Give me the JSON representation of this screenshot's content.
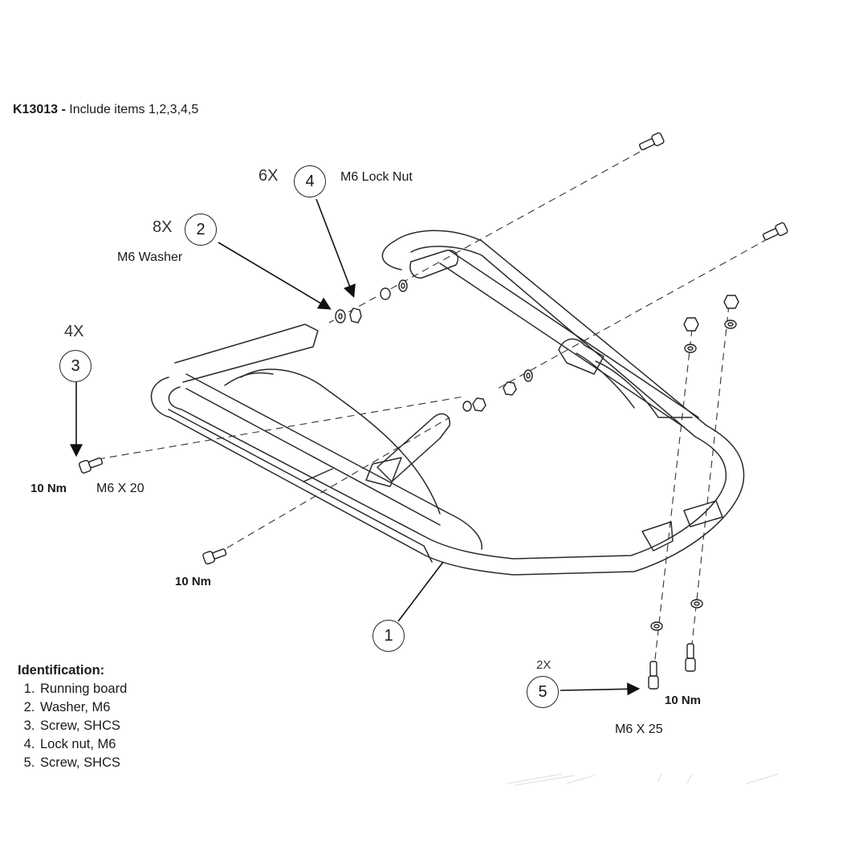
{
  "header": {
    "kit_id": "K13013",
    "kit_separator": " - ",
    "kit_desc": "Include items 1,2,3,4,5"
  },
  "callouts": {
    "item1": "1",
    "item2": "2",
    "item3": "3",
    "item4": "4",
    "item5": "5"
  },
  "quantities": {
    "item2": "8X",
    "item3": "4X",
    "item4": "6X",
    "item5": "2X"
  },
  "part_labels": {
    "lock_nut": "M6 Lock Nut",
    "washer": "M6 Washer",
    "screw_m6x20": "M6 X 20",
    "screw_m6x25": "M6 X 25"
  },
  "torque": {
    "left_top": "10 Nm",
    "left_bottom": "10 Nm",
    "right": "10 Nm"
  },
  "identification": {
    "title": "Identification:",
    "items": [
      "Running board",
      "Washer, M6",
      "Screw, SHCS",
      "Lock nut, M6",
      "Screw, SHCS"
    ]
  }
}
